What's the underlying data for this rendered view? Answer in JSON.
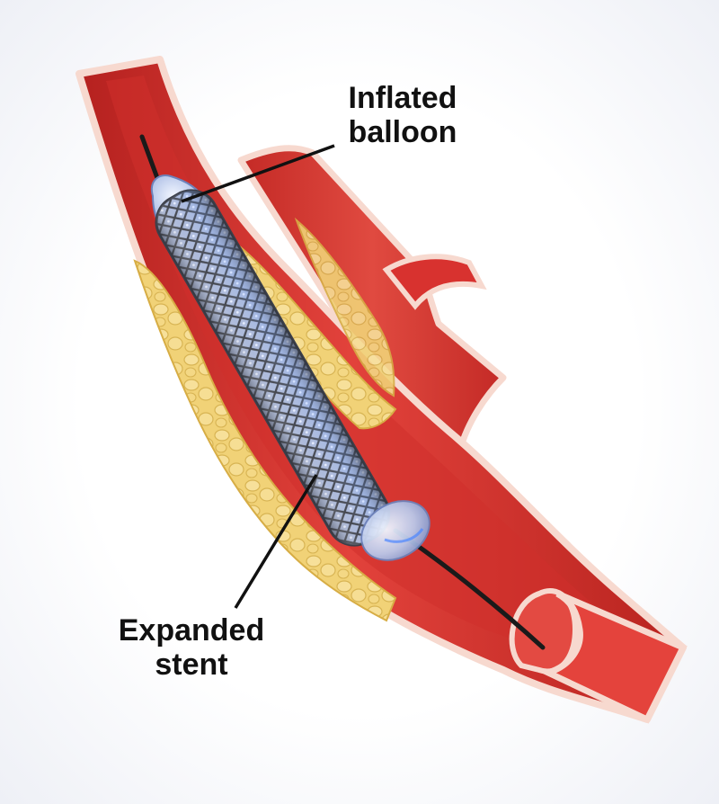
{
  "labels": {
    "balloon": {
      "line1": "Inflated",
      "line2": "balloon"
    },
    "stent": {
      "line1": "Expanded",
      "line2": "stent"
    }
  },
  "colors": {
    "vessel_red": "#d8322f",
    "vessel_dark": "#a81f20",
    "vessel_wall": "#f6d6cc",
    "plaque": "#f2d57a",
    "stent_metal": "#5a5f6a",
    "balloon": "#b9c8ea",
    "leader_line": "#111111"
  }
}
